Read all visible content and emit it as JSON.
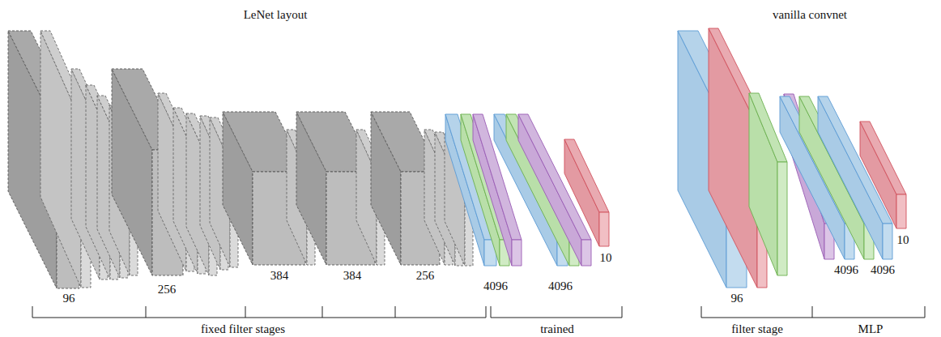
{
  "diagram": {
    "labels": [
      "LeNet layout",
      "vanilla convnet",
      "96",
      "256",
      "384",
      "384",
      "256",
      "4096",
      "4096",
      "10",
      "fixed filter stages",
      "trained",
      "96",
      "4096",
      "4096",
      "10",
      "filter stage",
      "MLP"
    ]
  }
}
